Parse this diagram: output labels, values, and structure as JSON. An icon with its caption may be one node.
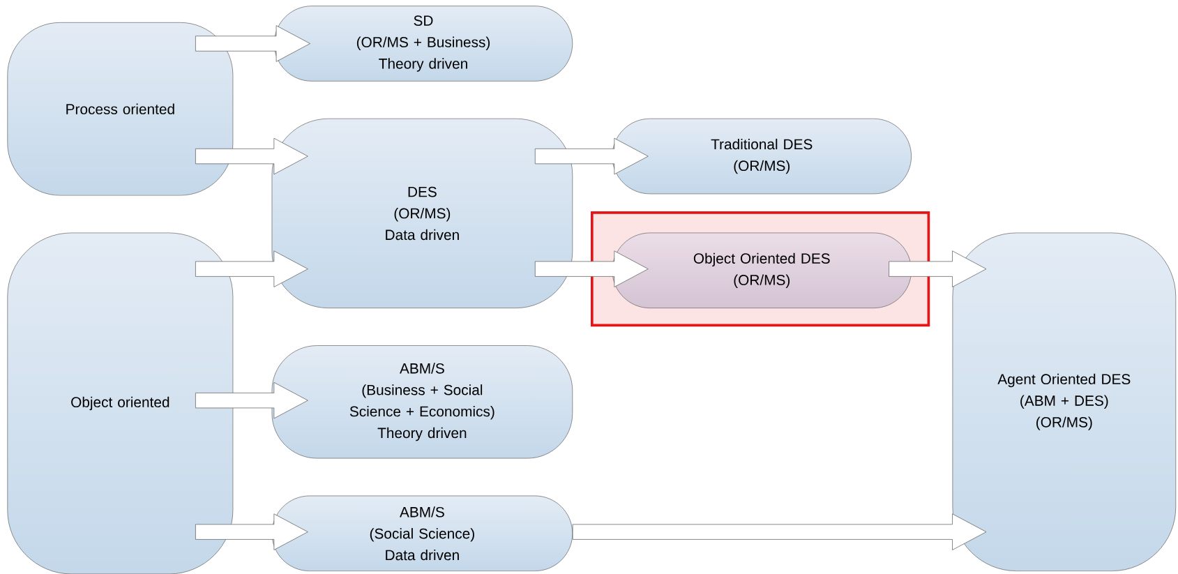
{
  "diagram": {
    "nodes": [
      {
        "text": [
          "Process oriented"
        ]
      },
      {
        "text": [
          "SD",
          "(OR/MS + Business)",
          "Theory driven"
        ]
      },
      {
        "text": [
          "DES",
          "(OR/MS)",
          "Data driven"
        ]
      },
      {
        "text": [
          "Traditional DES",
          "(OR/MS)"
        ]
      },
      {
        "text": [],
        "shape": "box"
      },
      {
        "text": [
          "Object Oriented DES",
          "(OR/MS)"
        ],
        "in": 4
      },
      {
        "text": [
          "Object oriented"
        ]
      },
      {
        "text": [
          "ABM/S",
          "(Business + Social Science + Economics)",
          "Theory driven"
        ]
      },
      {
        "text": [
          "ABM/S",
          "(Social Science)",
          "Data driven"
        ]
      },
      {
        "text": [
          "Agent Oriented DES",
          "(ABM + DES)",
          "(OR/MS)"
        ]
      }
    ],
    "edges": [
      {
        "from": 0,
        "to": 1,
        "arrow": "to"
      },
      {
        "from": 0,
        "to": 2,
        "arrow": "to"
      },
      {
        "from": 6,
        "to": 2,
        "arrow": "to"
      },
      {
        "from": 6,
        "to": 7,
        "arrow": "to"
      },
      {
        "from": 6,
        "to": 8,
        "arrow": "to"
      },
      {
        "from": 2,
        "to": 3,
        "arrow": "to"
      },
      {
        "from": 2,
        "to": 5,
        "arrow": "to"
      },
      {
        "from": 5,
        "to": 9,
        "arrow": "to"
      },
      {
        "from": 8,
        "to": 9,
        "arrow": "to"
      }
    ]
  }
}
